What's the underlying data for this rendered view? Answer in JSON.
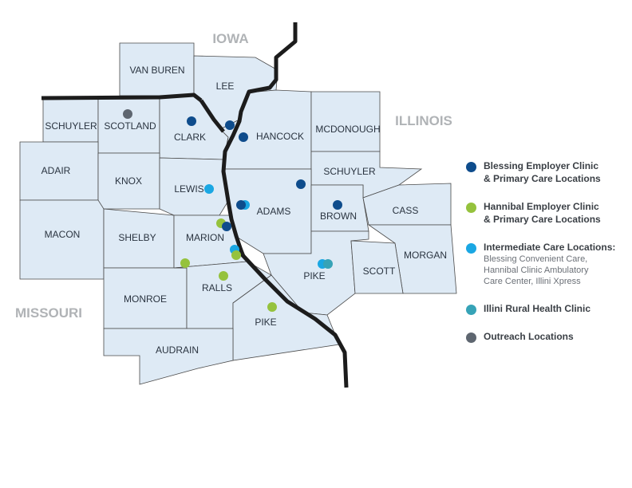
{
  "map": {
    "states": {
      "iowa": "IOWA",
      "illinois": "ILLINOIS",
      "missouri": "MISSOURI"
    },
    "counties": {
      "van_buren": "VAN BUREN",
      "lee": "LEE",
      "schuyler_mo": "SCHUYLER",
      "scotland": "SCOTLAND",
      "clark": "CLARK",
      "hancock": "HANCOCK",
      "mcdonough": "MCDONOUGH",
      "adair": "ADAIR",
      "knox": "KNOX",
      "lewis": "LEWIS",
      "schuyler_il": "SCHUYLER",
      "adams": "ADAMS",
      "brown": "BROWN",
      "cass": "CASS",
      "macon": "MACON",
      "shelby": "SHELBY",
      "marion": "MARION",
      "morgan": "MORGAN",
      "pike_il": "PIKE",
      "scott": "SCOTT",
      "monroe": "MONROE",
      "ralls": "RALLS",
      "pike_mo": "PIKE",
      "audrain": "AUDRAIN"
    },
    "county_fill": "#deeaf5",
    "border_color": "#1c1c1c"
  },
  "legend": [
    {
      "id": "blessing",
      "label_line1": "Blessing Employer Clinic",
      "label_line2": "& Primary Care Locations",
      "color": "#0e4c8c"
    },
    {
      "id": "hannibal",
      "label_line1": "Hannibal Employer Clinic",
      "label_line2": "& Primary Care Locations",
      "color": "#95c23d"
    },
    {
      "id": "intermediate",
      "label_line1": "Intermediate Care Locations:",
      "sub_line1": "Blessing Convenient Care,",
      "sub_line2": "Hannibal Clinic Ambulatory",
      "sub_line3": "Care Center, Illini Xpress",
      "color": "#1aa7e3"
    },
    {
      "id": "illini",
      "label_line1": "Illini Rural Health Clinic",
      "color": "#36a3b7"
    },
    {
      "id": "outreach",
      "label_line1": "Outreach Locations",
      "color": "#5e6670"
    }
  ],
  "colors": {
    "blessing": "#0e4c8c",
    "hannibal": "#95c23d",
    "intermediate": "#1aa7e3",
    "illini": "#36a3b7",
    "outreach": "#5e6670"
  }
}
